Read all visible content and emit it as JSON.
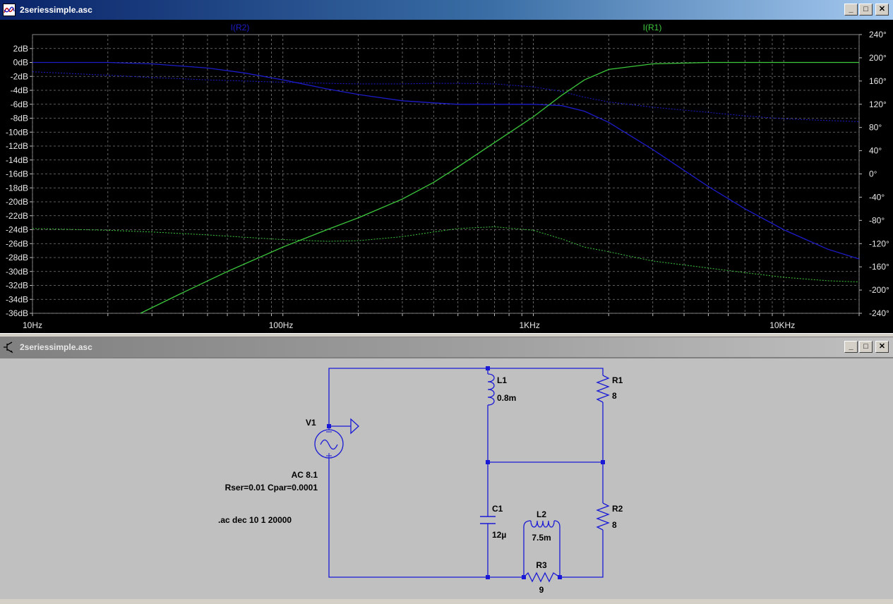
{
  "plot_window": {
    "title": "2seriessimple.asc",
    "buttons": {
      "minimize": "_",
      "maximize": "□",
      "close": "✕"
    }
  },
  "schematic_window": {
    "title": "2seriessimple.asc",
    "buttons": {
      "minimize": "_",
      "maximize": "□",
      "close": "✕"
    }
  },
  "chart_data": {
    "type": "line",
    "x_scale": "log",
    "xlim": [
      10,
      20000
    ],
    "ylim_left": [
      -36,
      4
    ],
    "ylim_right": [
      -240,
      240
    ],
    "grid": true,
    "x_tick_labels": [
      {
        "value": 10,
        "label": "10Hz"
      },
      {
        "value": 100,
        "label": "100Hz"
      },
      {
        "value": 1000,
        "label": "1KHz"
      },
      {
        "value": 10000,
        "label": "10KHz"
      }
    ],
    "y_left_ticks": [
      2,
      0,
      -2,
      -4,
      -6,
      -8,
      -10,
      -12,
      -14,
      -16,
      -18,
      -20,
      -22,
      -24,
      -26,
      -28,
      -30,
      -32,
      -34,
      -36
    ],
    "y_left_tick_labels": [
      "2dB",
      "0dB",
      "-2dB",
      "-4dB",
      "-6dB",
      "-8dB",
      "-10dB",
      "-12dB",
      "-14dB",
      "-16dB",
      "-18dB",
      "-20dB",
      "-22dB",
      "-24dB",
      "-26dB",
      "-28dB",
      "-30dB",
      "-32dB",
      "-34dB",
      "-36dB"
    ],
    "y_right_ticks": [
      240,
      200,
      160,
      120,
      80,
      40,
      0,
      -40,
      -80,
      -120,
      -160,
      -200,
      -240
    ],
    "y_right_tick_labels": [
      "240°",
      "200°",
      "160°",
      "120°",
      "80°",
      "40°",
      "0°",
      "-40°",
      "-80°",
      "-120°",
      "-160°",
      "-200°",
      "-240°"
    ],
    "series": [
      {
        "name": "I(R2)",
        "color": "#1c1cc8",
        "label_x": 340,
        "magnitude": {
          "x": [
            10,
            20,
            30,
            50,
            70,
            100,
            150,
            200,
            300,
            400,
            500,
            700,
            1000,
            1300,
            1600,
            2000,
            3000,
            5000,
            7000,
            10000,
            15000,
            20000
          ],
          "y": [
            0,
            0,
            -0.2,
            -0.8,
            -1.5,
            -2.5,
            -3.8,
            -4.6,
            -5.5,
            -5.8,
            -6,
            -6,
            -6,
            -6.2,
            -7,
            -8.6,
            -12.5,
            -17.8,
            -21,
            -24,
            -26.8,
            -28.2
          ]
        },
        "phase": {
          "x": [
            10,
            20,
            30,
            50,
            70,
            100,
            150,
            200,
            300,
            400,
            500,
            700,
            1000,
            1300,
            1600,
            2000,
            3000,
            5000,
            7000,
            10000,
            15000,
            20000
          ],
          "y": [
            176,
            170,
            166,
            162,
            160,
            158,
            156,
            155,
            155,
            156,
            156,
            155,
            150,
            142,
            132,
            124,
            115,
            106,
            100,
            95,
            92,
            90
          ]
        }
      },
      {
        "name": "I(R1)",
        "color": "#3cc83c",
        "label_x": 924,
        "magnitude": {
          "x": [
            27,
            40,
            60,
            100,
            150,
            200,
            300,
            400,
            500,
            700,
            1000,
            1300,
            1600,
            2000,
            3000,
            5000,
            10000,
            20000
          ],
          "y": [
            -36,
            -33,
            -30,
            -26.5,
            -24,
            -22.3,
            -19.6,
            -17.2,
            -15,
            -11.5,
            -7.8,
            -4.7,
            -2.5,
            -1,
            -0.2,
            0,
            0,
            0
          ]
        },
        "phase": {
          "x": [
            10,
            20,
            30,
            50,
            70,
            100,
            150,
            200,
            300,
            400,
            500,
            700,
            1000,
            1300,
            1600,
            2000,
            3000,
            5000,
            7000,
            10000,
            15000,
            20000
          ],
          "y": [
            -94,
            -97,
            -100,
            -105,
            -109,
            -113,
            -116,
            -115,
            -108,
            -100,
            -94,
            -91,
            -97,
            -112,
            -126,
            -134,
            -150,
            -162,
            -170,
            -178,
            -184,
            -186
          ]
        }
      }
    ]
  },
  "schematic": {
    "components": [
      {
        "ref": "V1",
        "value": "AC 8.1",
        "params": "Rser=0.01 Cpar=0.0001"
      },
      {
        "ref": "L1",
        "value": "0.8m"
      },
      {
        "ref": "R1",
        "value": "8"
      },
      {
        "ref": "C1",
        "value": "12µ"
      },
      {
        "ref": "L2",
        "value": "7.5m"
      },
      {
        "ref": "R2",
        "value": "8"
      },
      {
        "ref": "R3",
        "value": "9"
      }
    ],
    "directive": ".ac dec 10 1 20000",
    "wire_color": "#1a1ad6"
  }
}
